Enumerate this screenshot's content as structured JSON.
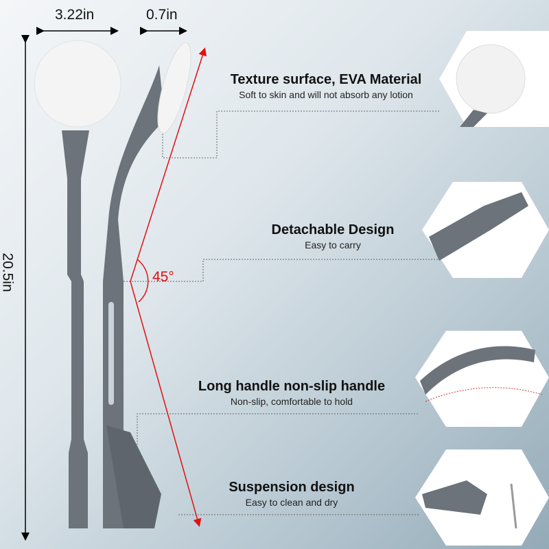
{
  "dimensions": {
    "width": "3.22in",
    "thickness": "0.7in",
    "length": "20.5in",
    "angle": "45°"
  },
  "features": [
    {
      "title": "Texture surface, EVA Material",
      "subtitle": "Soft to skin and will not absorb any lotion"
    },
    {
      "title": "Detachable Design",
      "subtitle": "Easy to carry"
    },
    {
      "title": "Long handle non-slip handle",
      "subtitle": "Non-slip, comfortable to hold"
    },
    {
      "title": "Suspension design",
      "subtitle": "Easy to clean and dry"
    }
  ],
  "colors": {
    "handle": "#6c737a",
    "accent": "#e01010",
    "pad": "#f4f4f4"
  }
}
